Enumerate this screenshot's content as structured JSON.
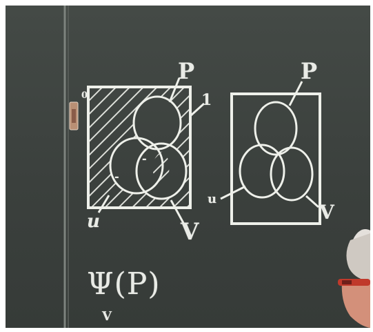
{
  "chalkboard": {
    "left_diagram": {
      "corner_top_left": "0",
      "corner_top_right": "1",
      "label_top": "P",
      "label_bottom_left": "u",
      "label_bottom_right": "V",
      "region_mark_left": "-",
      "region_mark_center": "-"
    },
    "right_diagram": {
      "label_top": "P",
      "label_bottom_left": "u",
      "label_bottom_right": "V"
    },
    "formula": {
      "text": "Ψ(P)",
      "subscript": "V"
    }
  },
  "colors": {
    "board": "#3e4340",
    "chalk": "#e9ebe6",
    "frame": "#ffffff"
  }
}
